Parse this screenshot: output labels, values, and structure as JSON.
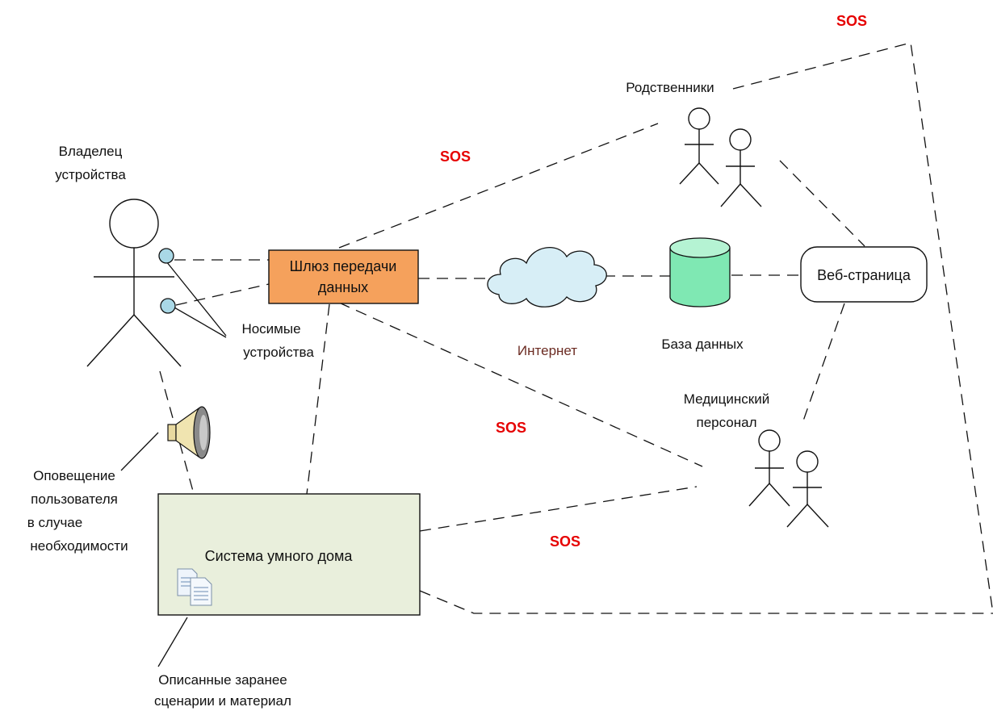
{
  "colors": {
    "sos": "#e60000",
    "gateway_fill": "#f5a15c",
    "smart_home_fill": "#e9efdc",
    "internet_label": "#6b2b22",
    "cloud_fill": "#d7eef6",
    "database_fill": "#7fe8b3",
    "wearable_fill": "#a9d8e6"
  },
  "icons": {
    "speaker": "speaker-icon",
    "documents": "documents-icon",
    "cloud": "cloud-icon",
    "database": "database-cylinder-icon",
    "actor": "stick-figure-icon",
    "wearable": "wearable-sensor-icon"
  },
  "labels": {
    "owner_line1": "Владелец",
    "owner_line2": "устройства",
    "wearables_line1": "Носимые",
    "wearables_line2": "устройства",
    "gateway_line1": "Шлюз передачи",
    "gateway_line2": "данных",
    "internet": "Интернет",
    "database": "База данных",
    "webpage": "Веб-страница",
    "relatives": "Родственники",
    "medical_line1": "Медицинский",
    "medical_line2": "персонал",
    "notify_line1": "Оповещение",
    "notify_line2": "пользователя",
    "notify_line3": "в случае",
    "notify_line4": "необходимости",
    "smart_home": "Система умного дома",
    "scenarios_line1": "Описанные заранее",
    "scenarios_line2": "сценарии и материал"
  },
  "sos": {
    "top": "SOS",
    "relatives_link": "SOS",
    "medical_link": "SOS",
    "smart_home_link": "SOS"
  }
}
